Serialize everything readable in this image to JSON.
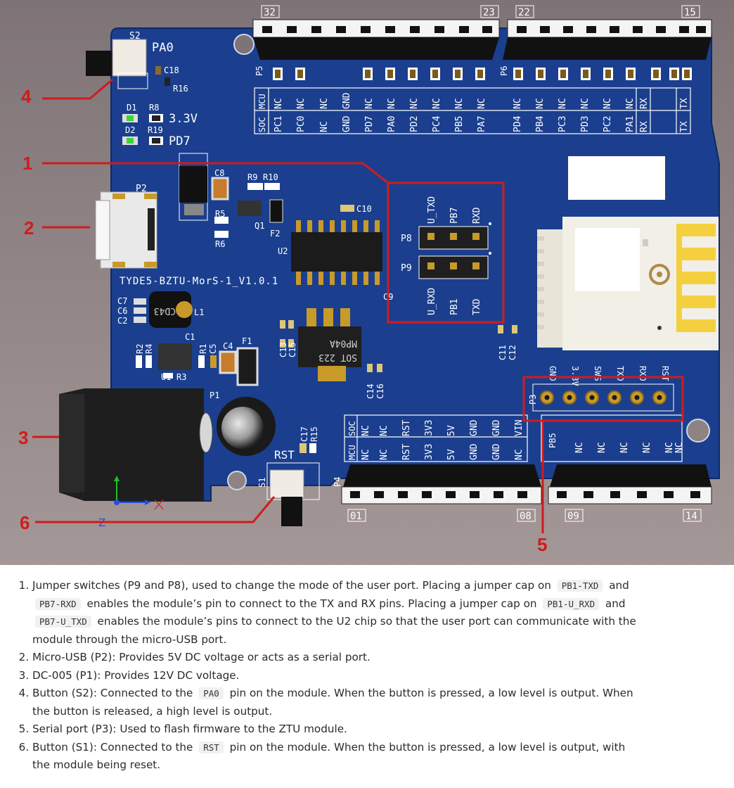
{
  "board": {
    "callouts": [
      "1",
      "2",
      "3",
      "4",
      "5",
      "6"
    ],
    "header_numbers": {
      "left_top_first": "32",
      "left_top_last": "23",
      "right_top_first": "22",
      "right_top_last": "15",
      "left_bottom_first": "01",
      "left_bottom_last": "08",
      "right_bottom_first": "09",
      "right_bottom_last": "14"
    },
    "connectors": {
      "p5": "P5",
      "p6": "P6",
      "p4": "P4",
      "p1": "P1",
      "p2": "P2",
      "p3": "P3",
      "p8": "P8",
      "p9": "P9"
    },
    "top_row_mcu_left": [
      "NC",
      "NC",
      "NC",
      "GND",
      "NC",
      "NC",
      "NC",
      "NC",
      "NC",
      "NC"
    ],
    "top_row_soc_left": [
      "PC1",
      "PC0",
      "NC",
      "GND",
      "PD7",
      "PA0",
      "PD2",
      "PC4",
      "PB5",
      "PA7"
    ],
    "top_row_mcu_right": [
      "NC",
      "NC",
      "NC",
      "NC",
      "NC",
      "NC",
      "RX",
      "",
      "TX"
    ],
    "top_row_soc_right": [
      "PD4",
      "PB4",
      "PC3",
      "PD3",
      "PC2",
      "PA1",
      "RX",
      "",
      "TX"
    ],
    "bottom_row_mcu_left": [
      "NC",
      "NC",
      "RST",
      "3V3",
      "5V",
      "GND",
      "GND",
      "NC"
    ],
    "bottom_row_soc_left": [
      "NC",
      "NC",
      "RST",
      "3V3",
      "5V",
      "GND",
      "GND",
      "VIN"
    ],
    "bottom_row_right": [
      "NC",
      "NC",
      "NC",
      "NC",
      "NC",
      "NC"
    ],
    "row_tags": {
      "mcu": "MCU",
      "soc": "SOC"
    },
    "labels": {
      "s2": "S2",
      "pa0": "PA0",
      "c18": "C18",
      "r16": "R16",
      "d1": "D1",
      "r8": "R8",
      "v33": "3.3V",
      "d2": "D2",
      "r19": "R19",
      "pd7": "PD7",
      "c8": "C8",
      "r9": "R9",
      "r10": "R10",
      "r5": "R5",
      "r6": "R6",
      "q1": "Q1",
      "f2": "F2",
      "c10": "C10",
      "u2": "U2",
      "board_name": "TYDE5-BZTU-MorS-1_V1.0.1",
      "c7": "C7",
      "c6": "C6",
      "c2": "C2",
      "cd43": "CD43",
      "l1": "L1",
      "c1": "C1",
      "r2": "R2",
      "r4": "R4",
      "r1": "R1",
      "c5": "C5",
      "c4": "C4",
      "f1": "F1",
      "u1": "U1",
      "r3": "R3",
      "c13": "C13",
      "c15": "C15",
      "mp04a": "MP04A",
      "sot223": "SOT 223",
      "c14": "C14",
      "c16": "C16",
      "c9": "C9",
      "c11": "C11",
      "c12": "C12",
      "c17": "C17",
      "r15": "R15",
      "rst": "RST",
      "s1": "S1",
      "pb5": "PB5",
      "axis_z": "Z"
    },
    "jumper": {
      "p8_top": [
        "U_TXD",
        "PB7",
        "RXD"
      ],
      "p9_bottom": [
        "U_RXD",
        "PB1",
        "TXD"
      ]
    },
    "serial_pins": [
      "GND",
      "3.3V",
      "SWS",
      "TXD",
      "RXD",
      "RST"
    ]
  },
  "notes": [
    {
      "parts": [
        {
          "t": "Jumper switches (P9 and P8), used to change the mode of the user port. Placing a jumper cap on "
        },
        {
          "c": "PB1-TXD"
        },
        {
          "t": " and "
        },
        {
          "c": "PB7-RXD"
        },
        {
          "t": " enables the module’s pin to connect to the TX and RX pins. Placing a jumper cap on "
        },
        {
          "c": "PB1-U_RXD"
        },
        {
          "t": " and "
        },
        {
          "c": "PB7-U_TXD"
        },
        {
          "t": " enables the module’s pins to connect to the U2 chip so that the user port can communicate with the module through the micro-USB port."
        }
      ]
    },
    {
      "parts": [
        {
          "t": "Micro-USB (P2): Provides 5V DC voltage or acts as a serial port."
        }
      ]
    },
    {
      "parts": [
        {
          "t": "DC-005 (P1): Provides 12V DC voltage."
        }
      ]
    },
    {
      "parts": [
        {
          "t": "Button (S2): Connected to the "
        },
        {
          "c": "PA0"
        },
        {
          "t": " pin on the module. When the button is pressed, a low level is output. When the button is released, a high level is output."
        }
      ]
    },
    {
      "parts": [
        {
          "t": "Serial port (P3): Used to flash firmware to the ZTU module."
        }
      ]
    },
    {
      "parts": [
        {
          "t": "Button (S1): Connected to the "
        },
        {
          "c": "RST"
        },
        {
          "t": " pin on the module. When the button is pressed, a low level is output, with the module being reset."
        }
      ]
    }
  ],
  "colors": {
    "board": "#1b3f8e",
    "background_top": "#7e7376",
    "background_bottom": "#a49797",
    "callout": "#d01c1c",
    "header": "#111111",
    "pad_gold": "#c89a2a",
    "module": "#f2efe6",
    "antenna": "#f4d03f"
  }
}
